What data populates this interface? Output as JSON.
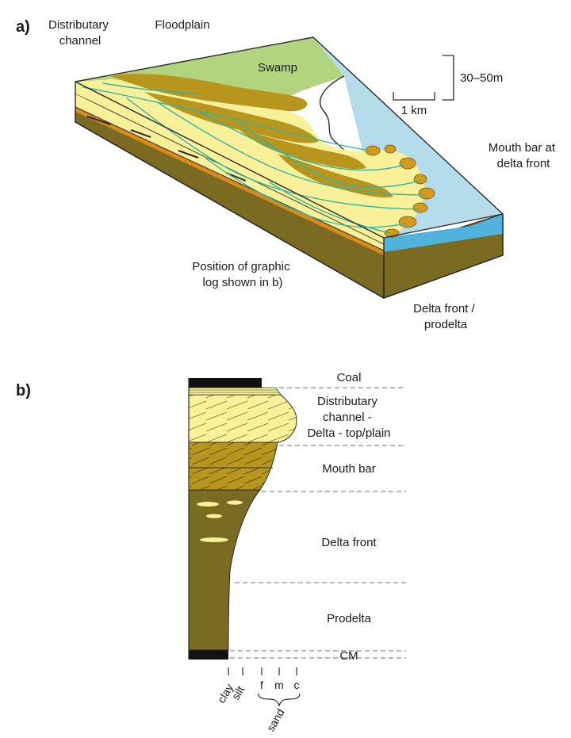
{
  "panel_a": {
    "letter": "a)",
    "labels": {
      "distributary_channel": [
        "Distributary",
        "channel"
      ],
      "floodplain": "Floodplain",
      "swamp": "Swamp",
      "mouth_bar": [
        "Mouth bar at",
        "delta front"
      ],
      "graphic_log": [
        "Position of graphic",
        "log shown in b)"
      ],
      "delta_front": [
        "Delta front /",
        "prodelta"
      ]
    },
    "scale": {
      "vertical": "30–50m",
      "horizontal": "1 km"
    }
  },
  "panel_b": {
    "letter": "b)",
    "units": {
      "coal": "Coal",
      "distributary": [
        "Distributary",
        "channel -",
        "Delta - top/plain"
      ],
      "mouth_bar": "Mouth bar",
      "delta_front": "Delta front",
      "prodelta": "Prodelta",
      "cm": "CM"
    },
    "grain_size": {
      "clay": "clay",
      "silt": "silt",
      "f": "f",
      "m": "m",
      "c": "c",
      "sand": "sand"
    }
  },
  "colors": {
    "swamp": "#b2d47f",
    "sea": "#b4dcea",
    "sea_dark": "#4fb3dc",
    "sand": "#f8f19a",
    "mud": "#7a6a22",
    "mouth_bar": "#c69a1e",
    "channel": "#34b3a3",
    "coal": "#111111"
  }
}
